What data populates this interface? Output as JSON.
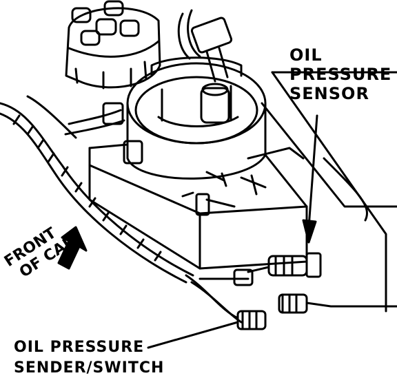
{
  "labels": {
    "sensor_line1": "OIL",
    "sensor_line2": "PRESSURE",
    "sensor_line3": "SENSOR",
    "sender_line1": "OIL PRESSURE",
    "sender_line2": "SENDER/SWITCH",
    "front_line1": "FRONT",
    "front_line2": "OF CAR"
  },
  "colors": {
    "ink": "#000000",
    "paper": "#ffffff"
  }
}
